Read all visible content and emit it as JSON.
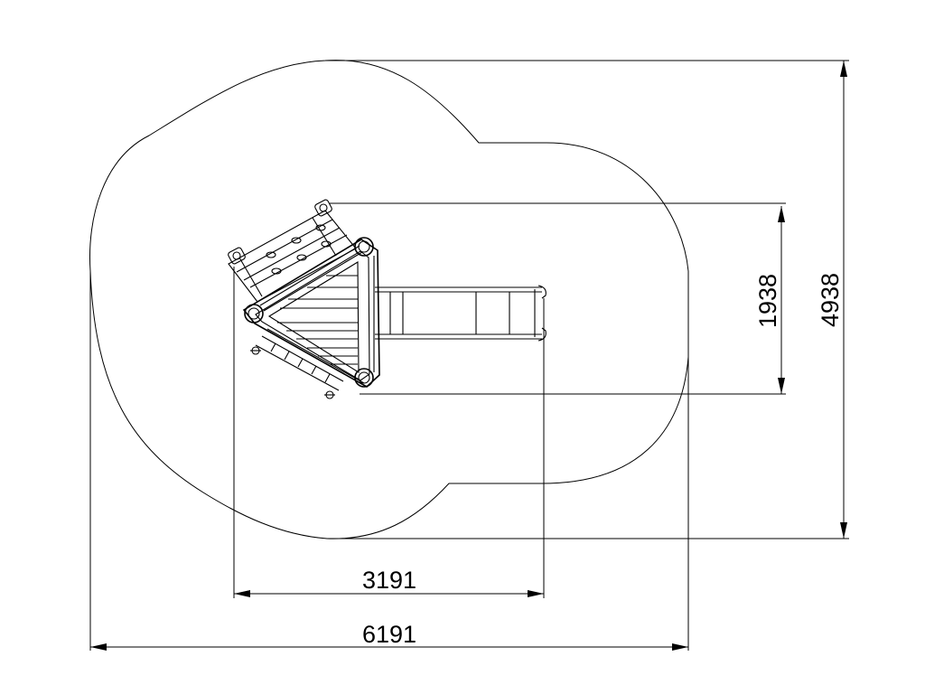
{
  "dimensions": {
    "width_total": "6191",
    "width_structure": "3191",
    "height_total": "4938",
    "height_structure": "1938"
  },
  "unit_context": "mm (implied, unprinted)",
  "colors": {
    "line": "#000000",
    "background": "#ffffff"
  }
}
